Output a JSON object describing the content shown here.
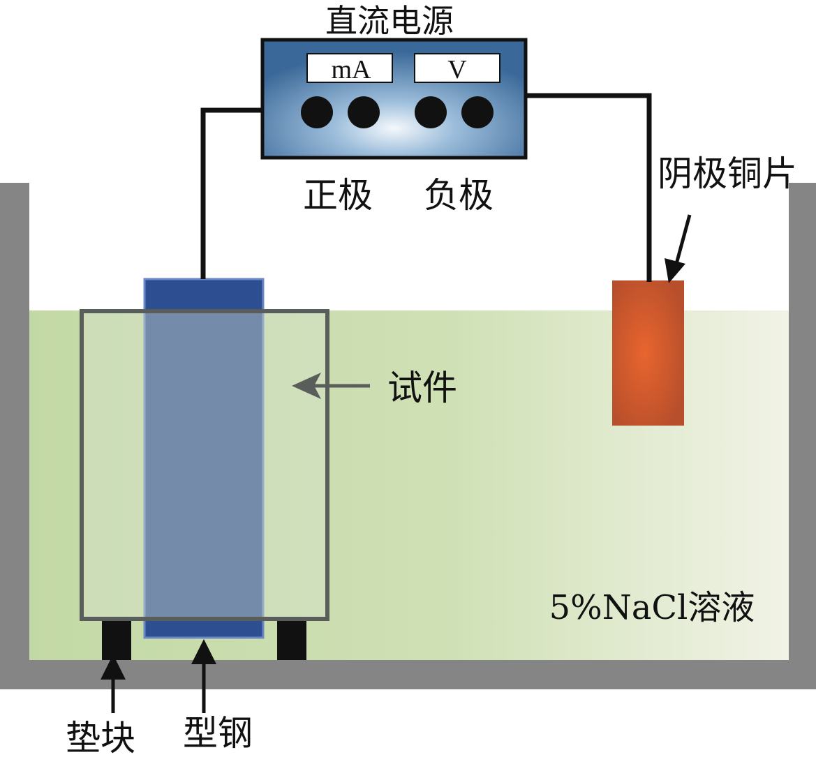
{
  "power_supply": {
    "title": "直流电源",
    "meter_current": "mA",
    "meter_voltage": "V",
    "positive_label": "正极",
    "negative_label": "负极"
  },
  "labels": {
    "cathode": "阴极铜片",
    "specimen": "试件",
    "solution": "5%NaCl溶液",
    "spacer": "垫块",
    "steel": "型钢"
  },
  "colors": {
    "tank": "#858585",
    "solution": "#c9dcae",
    "steel": "#2e4e92",
    "specimen_frame": "#5a5e5a",
    "copper": "#d25a30",
    "wire": "#111111",
    "power_panel": "#3f6e9e"
  }
}
